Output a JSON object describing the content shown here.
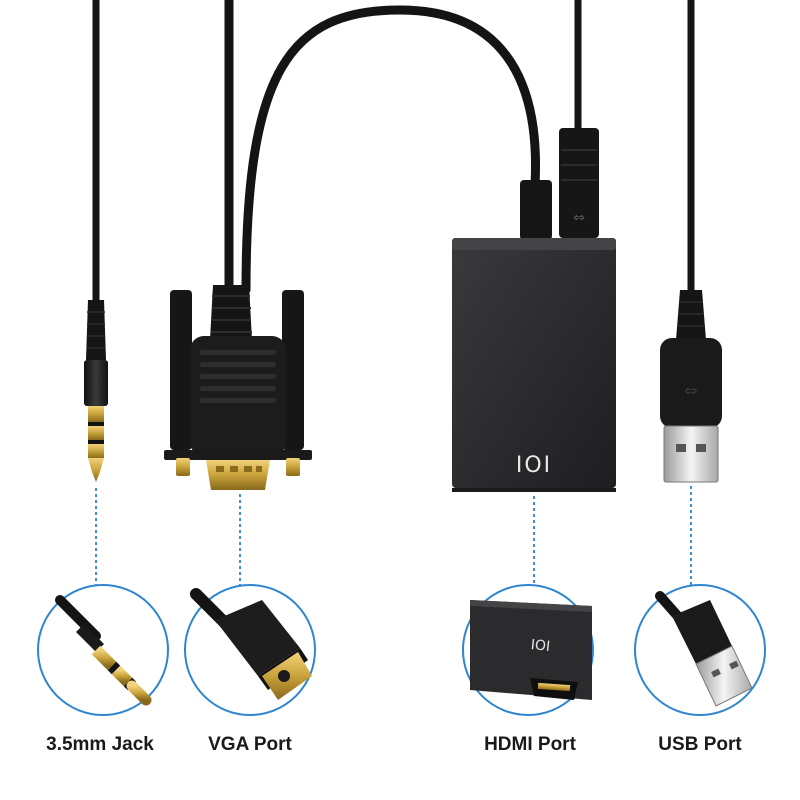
{
  "labels": {
    "jack": "3.5mm Jack",
    "vga": "VGA Port",
    "hdmi": "HDMI Port",
    "usb": "USB Port"
  },
  "logo_glyph": "IOI",
  "colors": {
    "background": "#ffffff",
    "cable": "#141414",
    "adapter_body": "#2b2b2d",
    "gold": "#c9a23a",
    "leader_line": "#3a8fd6",
    "detail_circle": "#2f86d0",
    "caption_text": "#1a1a1a"
  }
}
